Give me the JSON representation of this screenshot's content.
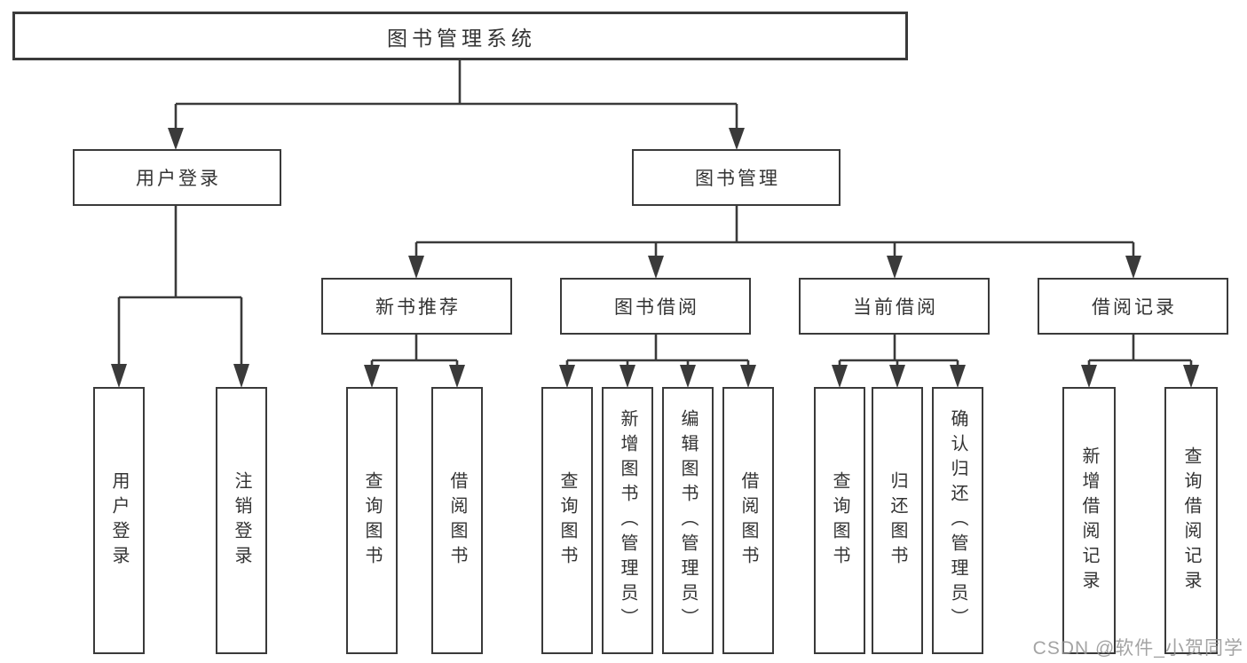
{
  "diagram": {
    "root": "图书管理系统",
    "user_branch": {
      "label": "用户登录",
      "children": [
        "用户登录",
        "注销登录"
      ]
    },
    "management_branch": {
      "label": "图书管理",
      "modules": [
        {
          "label": "新书推荐",
          "children": [
            "查询图书",
            "借阅图书"
          ]
        },
        {
          "label": "图书借阅",
          "children": [
            "查询图书",
            "新增图书（管理员）",
            "编辑图书（管理员）",
            "借阅图书"
          ]
        },
        {
          "label": "当前借阅",
          "children": [
            "查询图书",
            "归还图书",
            "确认归还（管理员）"
          ]
        },
        {
          "label": "借阅记录",
          "children": [
            "新增借阅记录",
            "查询借阅记录"
          ]
        }
      ]
    },
    "watermark": "CSDN @软件_小贺同学",
    "colors": {
      "line": "#3a3a3a",
      "text": "#333333",
      "watermark": "#949494",
      "background": "#ffffff"
    }
  }
}
